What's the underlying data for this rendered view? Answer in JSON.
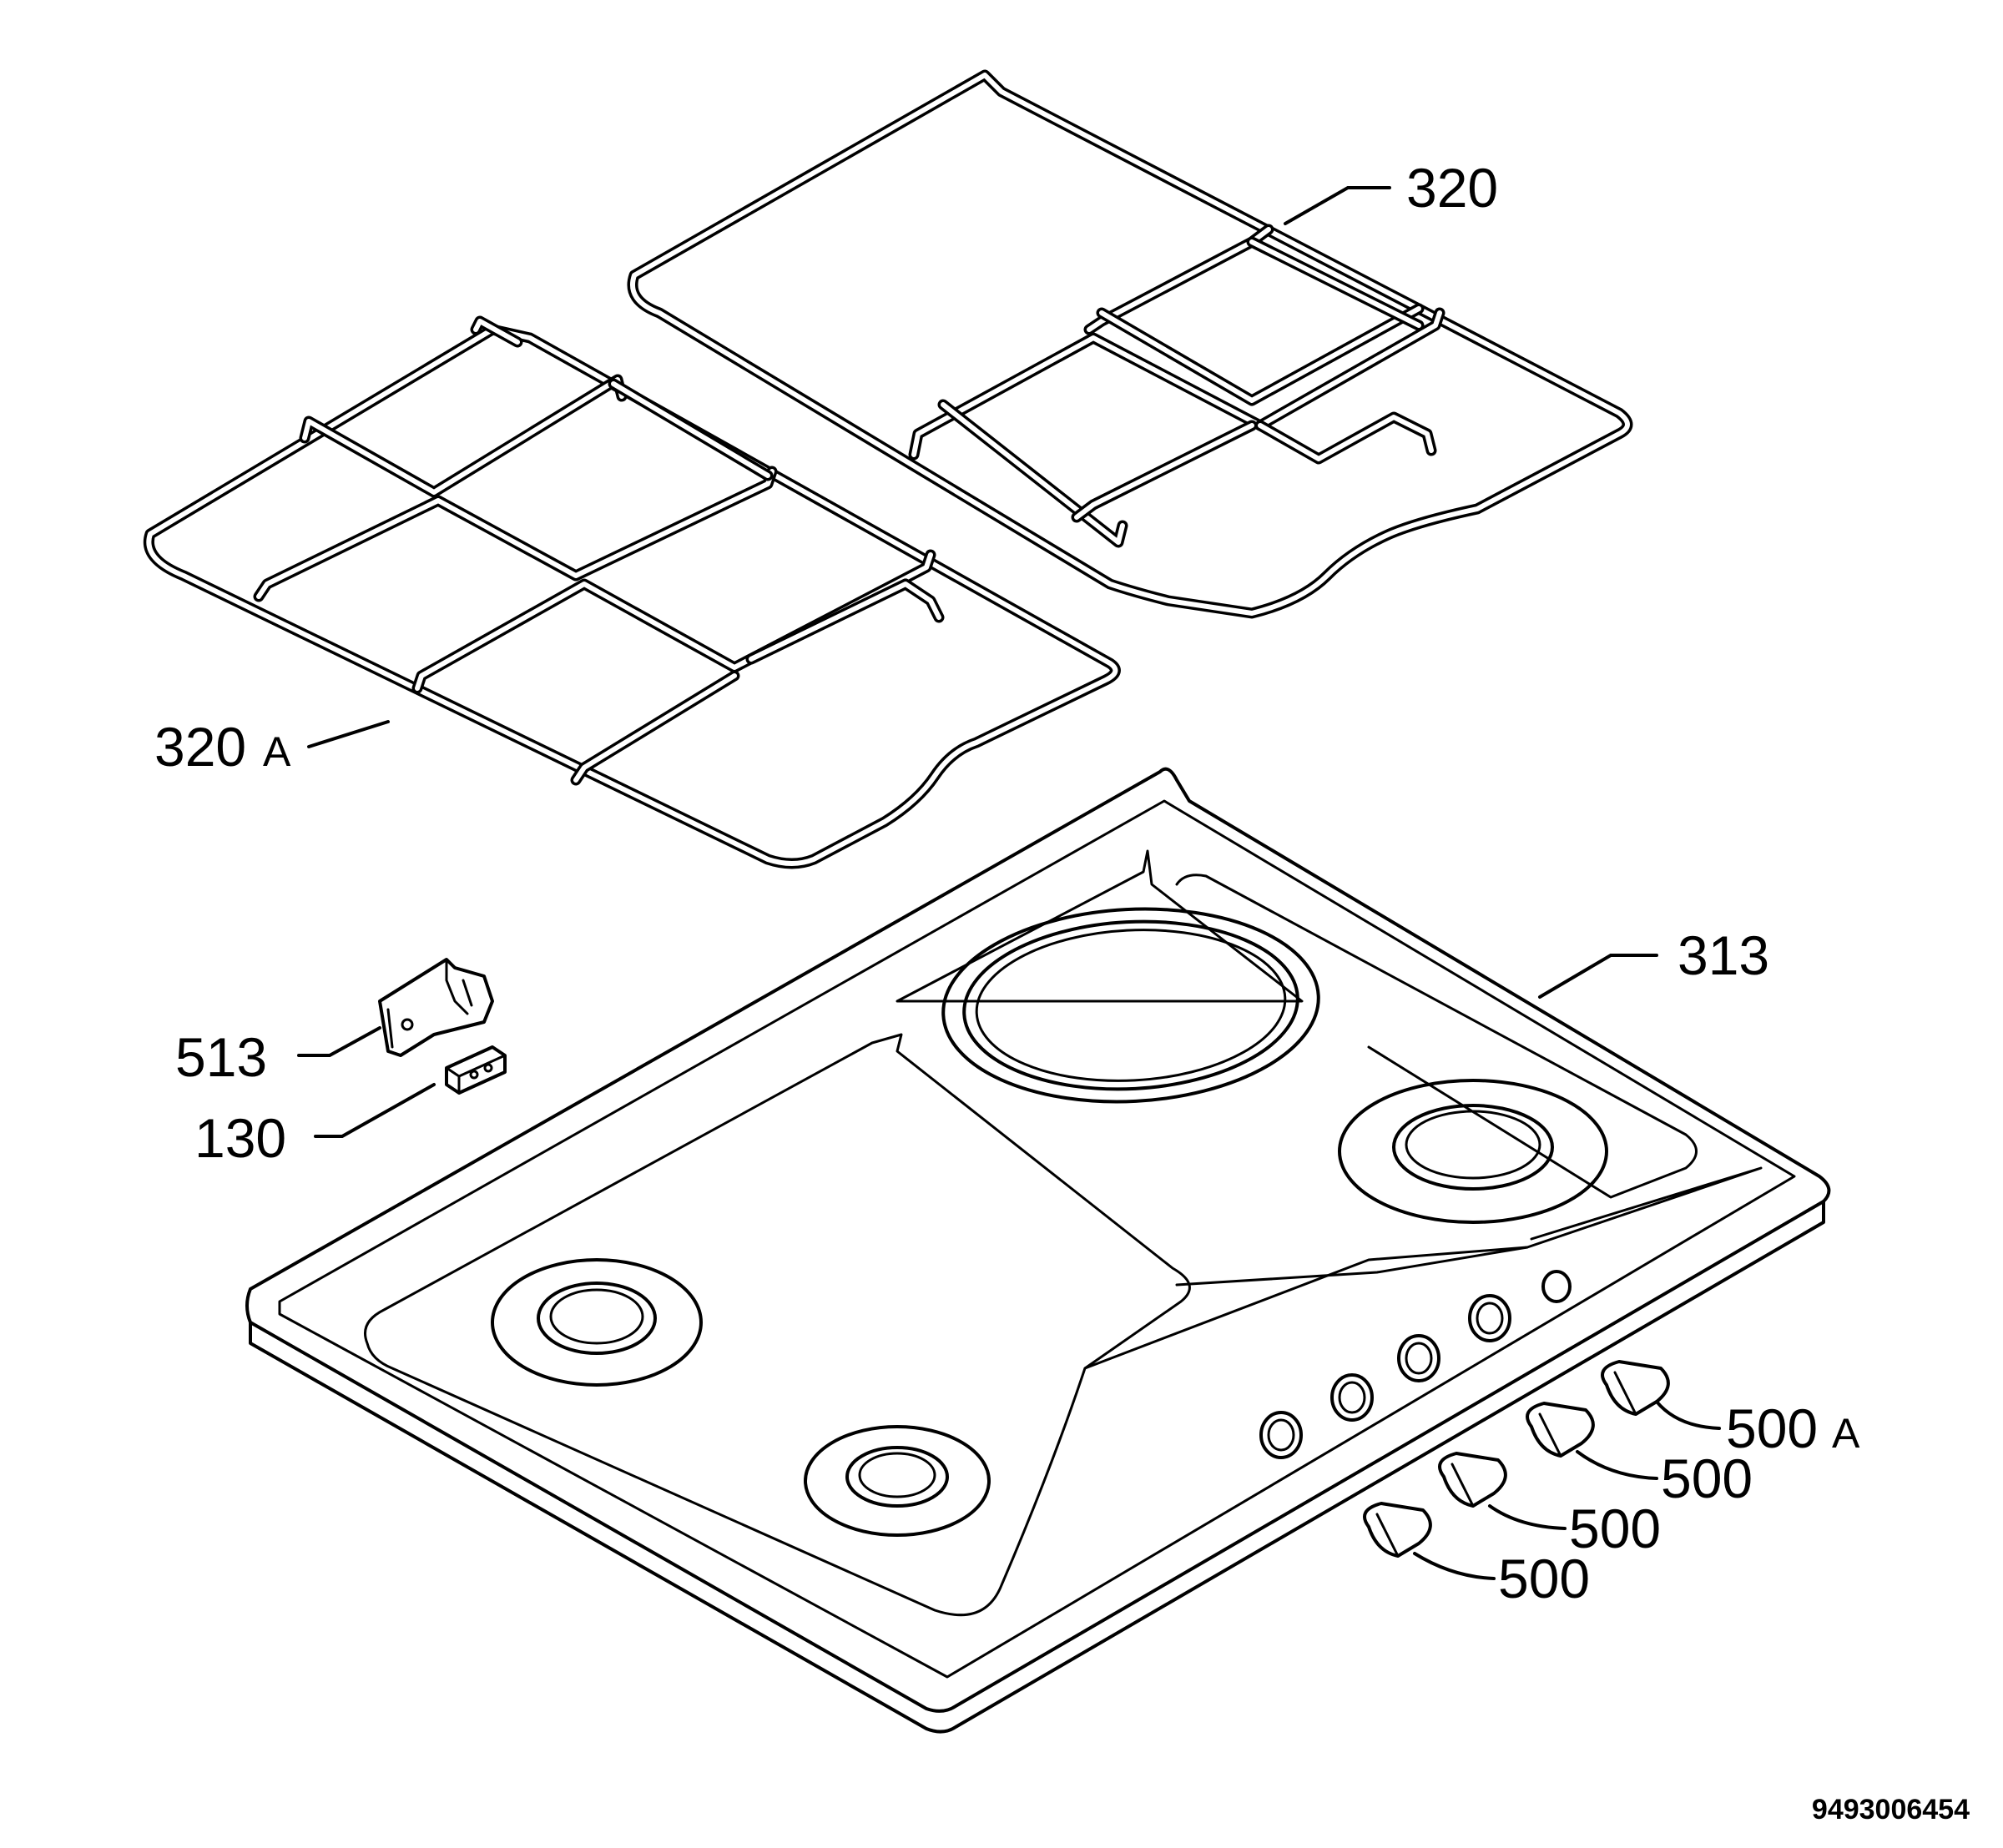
{
  "labels": {
    "grid_right": "320",
    "grid_left_num": "320",
    "grid_left_suffix": "A",
    "hob": "313",
    "bracket": "513",
    "spacer": "130",
    "knob_a_num": "500",
    "knob_a_suffix": "A",
    "knob_2": "500",
    "knob_3": "500",
    "knob_4": "500"
  },
  "document_id": "9493006454"
}
